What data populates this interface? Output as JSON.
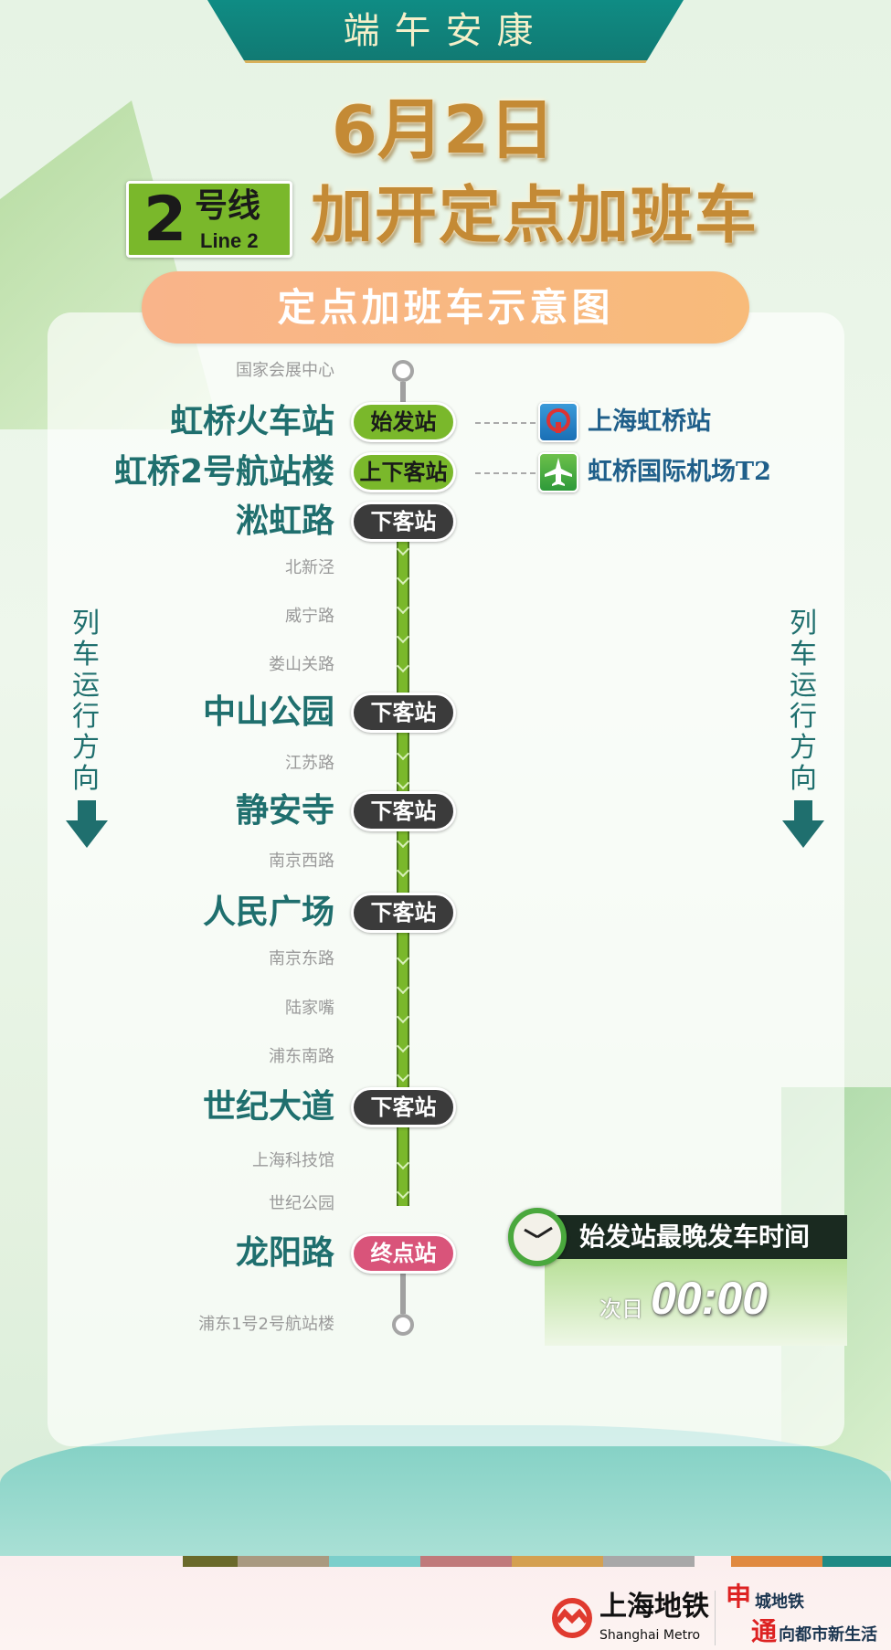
{
  "header": {
    "banner": "端午安康",
    "date": "6月2日",
    "subtitle": "加开定点加班车",
    "line_number": "2",
    "line_cn": "号线",
    "line_en": "Line 2",
    "diagram_title": "定点加班车示意图"
  },
  "direction_label": "列车运行方向",
  "stations": [
    {
      "name": "国家会展中心",
      "type": "minor"
    },
    {
      "name": "虹桥火车站",
      "type": "major",
      "badge": "始发站",
      "badge_kind": "start",
      "transfer": "上海虹桥站",
      "transfer_icon": "railway-icon"
    },
    {
      "name": "虹桥2号航站楼",
      "type": "major",
      "badge": "上下客站",
      "badge_kind": "start",
      "transfer": "虹桥国际机场T2",
      "transfer_icon": "airplane-icon"
    },
    {
      "name": "淞虹路",
      "type": "major",
      "badge": "下客站",
      "badge_kind": "off"
    },
    {
      "name": "北新泾",
      "type": "minor"
    },
    {
      "name": "威宁路",
      "type": "minor"
    },
    {
      "name": "娄山关路",
      "type": "minor"
    },
    {
      "name": "中山公园",
      "type": "major",
      "badge": "下客站",
      "badge_kind": "off"
    },
    {
      "name": "江苏路",
      "type": "minor"
    },
    {
      "name": "静安寺",
      "type": "major",
      "badge": "下客站",
      "badge_kind": "off"
    },
    {
      "name": "南京西路",
      "type": "minor"
    },
    {
      "name": "人民广场",
      "type": "major",
      "badge": "下客站",
      "badge_kind": "off"
    },
    {
      "name": "南京东路",
      "type": "minor"
    },
    {
      "name": "陆家嘴",
      "type": "minor"
    },
    {
      "name": "浦东南路",
      "type": "minor"
    },
    {
      "name": "世纪大道",
      "type": "major",
      "badge": "下客站",
      "badge_kind": "off"
    },
    {
      "name": "上海科技馆",
      "type": "minor"
    },
    {
      "name": "世纪公园",
      "type": "minor"
    },
    {
      "name": "龙阳路",
      "type": "major",
      "badge": "终点站",
      "badge_kind": "end"
    },
    {
      "name": "浦东1号2号航站楼",
      "type": "minor"
    }
  ],
  "last_train": {
    "title": "始发站最晚发车时间",
    "prefix": "次日",
    "time": "00:00"
  },
  "footer": {
    "logo_cn": "上海地铁",
    "logo_en": "Shanghai Metro",
    "slogan_big1": "申",
    "slogan1": "城地铁",
    "slogan_big2": "通",
    "slogan2": "向都市新生活"
  },
  "colors": {
    "line2": "#7ab82b",
    "teal": "#1f6f6e",
    "gold": "#c48a35",
    "end_badge": "#d9547a"
  }
}
